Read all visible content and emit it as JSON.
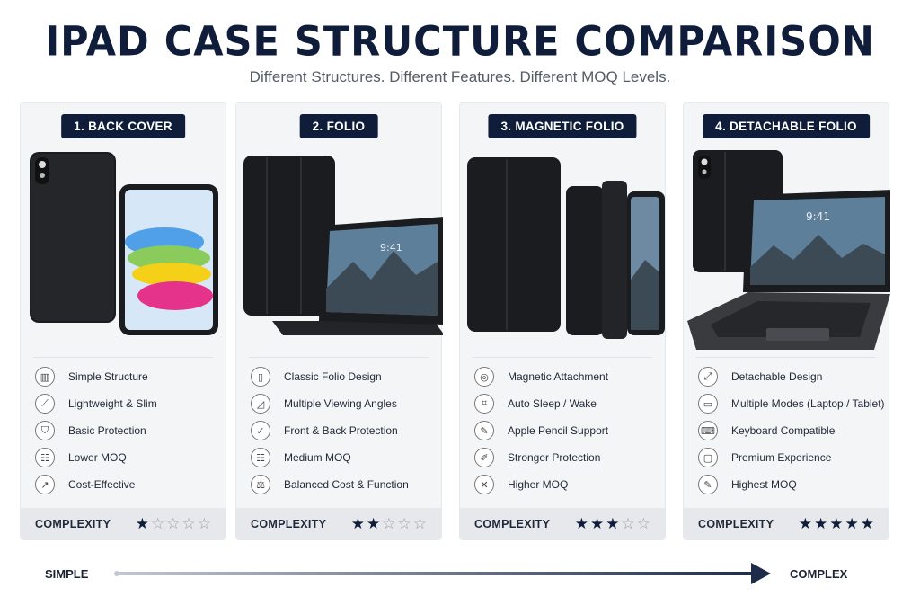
{
  "title": "IPAD CASE STRUCTURE COMPARISON",
  "subtitle": "Different Structures. Different Features. Different MOQ Levels.",
  "complexity_label": "COMPLEXITY",
  "cards": [
    {
      "badge": "1. BACK COVER",
      "features": [
        {
          "label": "Simple Structure",
          "icon": "structure-icon"
        },
        {
          "label": "Lightweight & Slim",
          "icon": "feather-icon"
        },
        {
          "label": "Basic Protection",
          "icon": "shield-icon"
        },
        {
          "label": "Lower MOQ",
          "icon": "boxes-icon"
        },
        {
          "label": "Cost-Effective",
          "icon": "chart-icon"
        }
      ],
      "stars": 1
    },
    {
      "badge": "2. FOLIO",
      "features": [
        {
          "label": "Classic Folio Design",
          "icon": "folio-icon"
        },
        {
          "label": "Multiple Viewing Angles",
          "icon": "stand-icon"
        },
        {
          "label": "Front & Back Protection",
          "icon": "shield-check-icon"
        },
        {
          "label": "Medium MOQ",
          "icon": "boxes-icon"
        },
        {
          "label": "Balanced Cost & Function",
          "icon": "balance-icon"
        }
      ],
      "stars": 2
    },
    {
      "badge": "3. MAGNETIC FOLIO",
      "features": [
        {
          "label": "Magnetic Attachment",
          "icon": "magnet-icon"
        },
        {
          "label": "Auto Sleep / Wake",
          "icon": "sleep-icon"
        },
        {
          "label": "Apple Pencil Support",
          "icon": "pencil-icon"
        },
        {
          "label": "Stronger Protection",
          "icon": "pen-icon"
        },
        {
          "label": "Higher MOQ",
          "icon": "tools-icon"
        }
      ],
      "stars": 3
    },
    {
      "badge": "4. DETACHABLE FOLIO",
      "features": [
        {
          "label": "Detachable Design",
          "icon": "detach-icon"
        },
        {
          "label": "Multiple Modes (Laptop / Tablet)",
          "icon": "modes-icon"
        },
        {
          "label": "Keyboard Compatible",
          "icon": "keyboard-icon"
        },
        {
          "label": "Premium Experience",
          "icon": "premium-icon"
        },
        {
          "label": "Highest MOQ",
          "icon": "pencil-icon"
        }
      ],
      "stars": 5
    }
  ],
  "max_stars": 5,
  "scale": {
    "left": "SIMPLE",
    "right": "COMPLEX"
  },
  "screen_time": "9:41",
  "colors": {
    "navy": "#0f1d3a",
    "case": "#1b1c1f",
    "card_bg": "#f4f5f7",
    "footer_bg": "#e6e8ec"
  }
}
